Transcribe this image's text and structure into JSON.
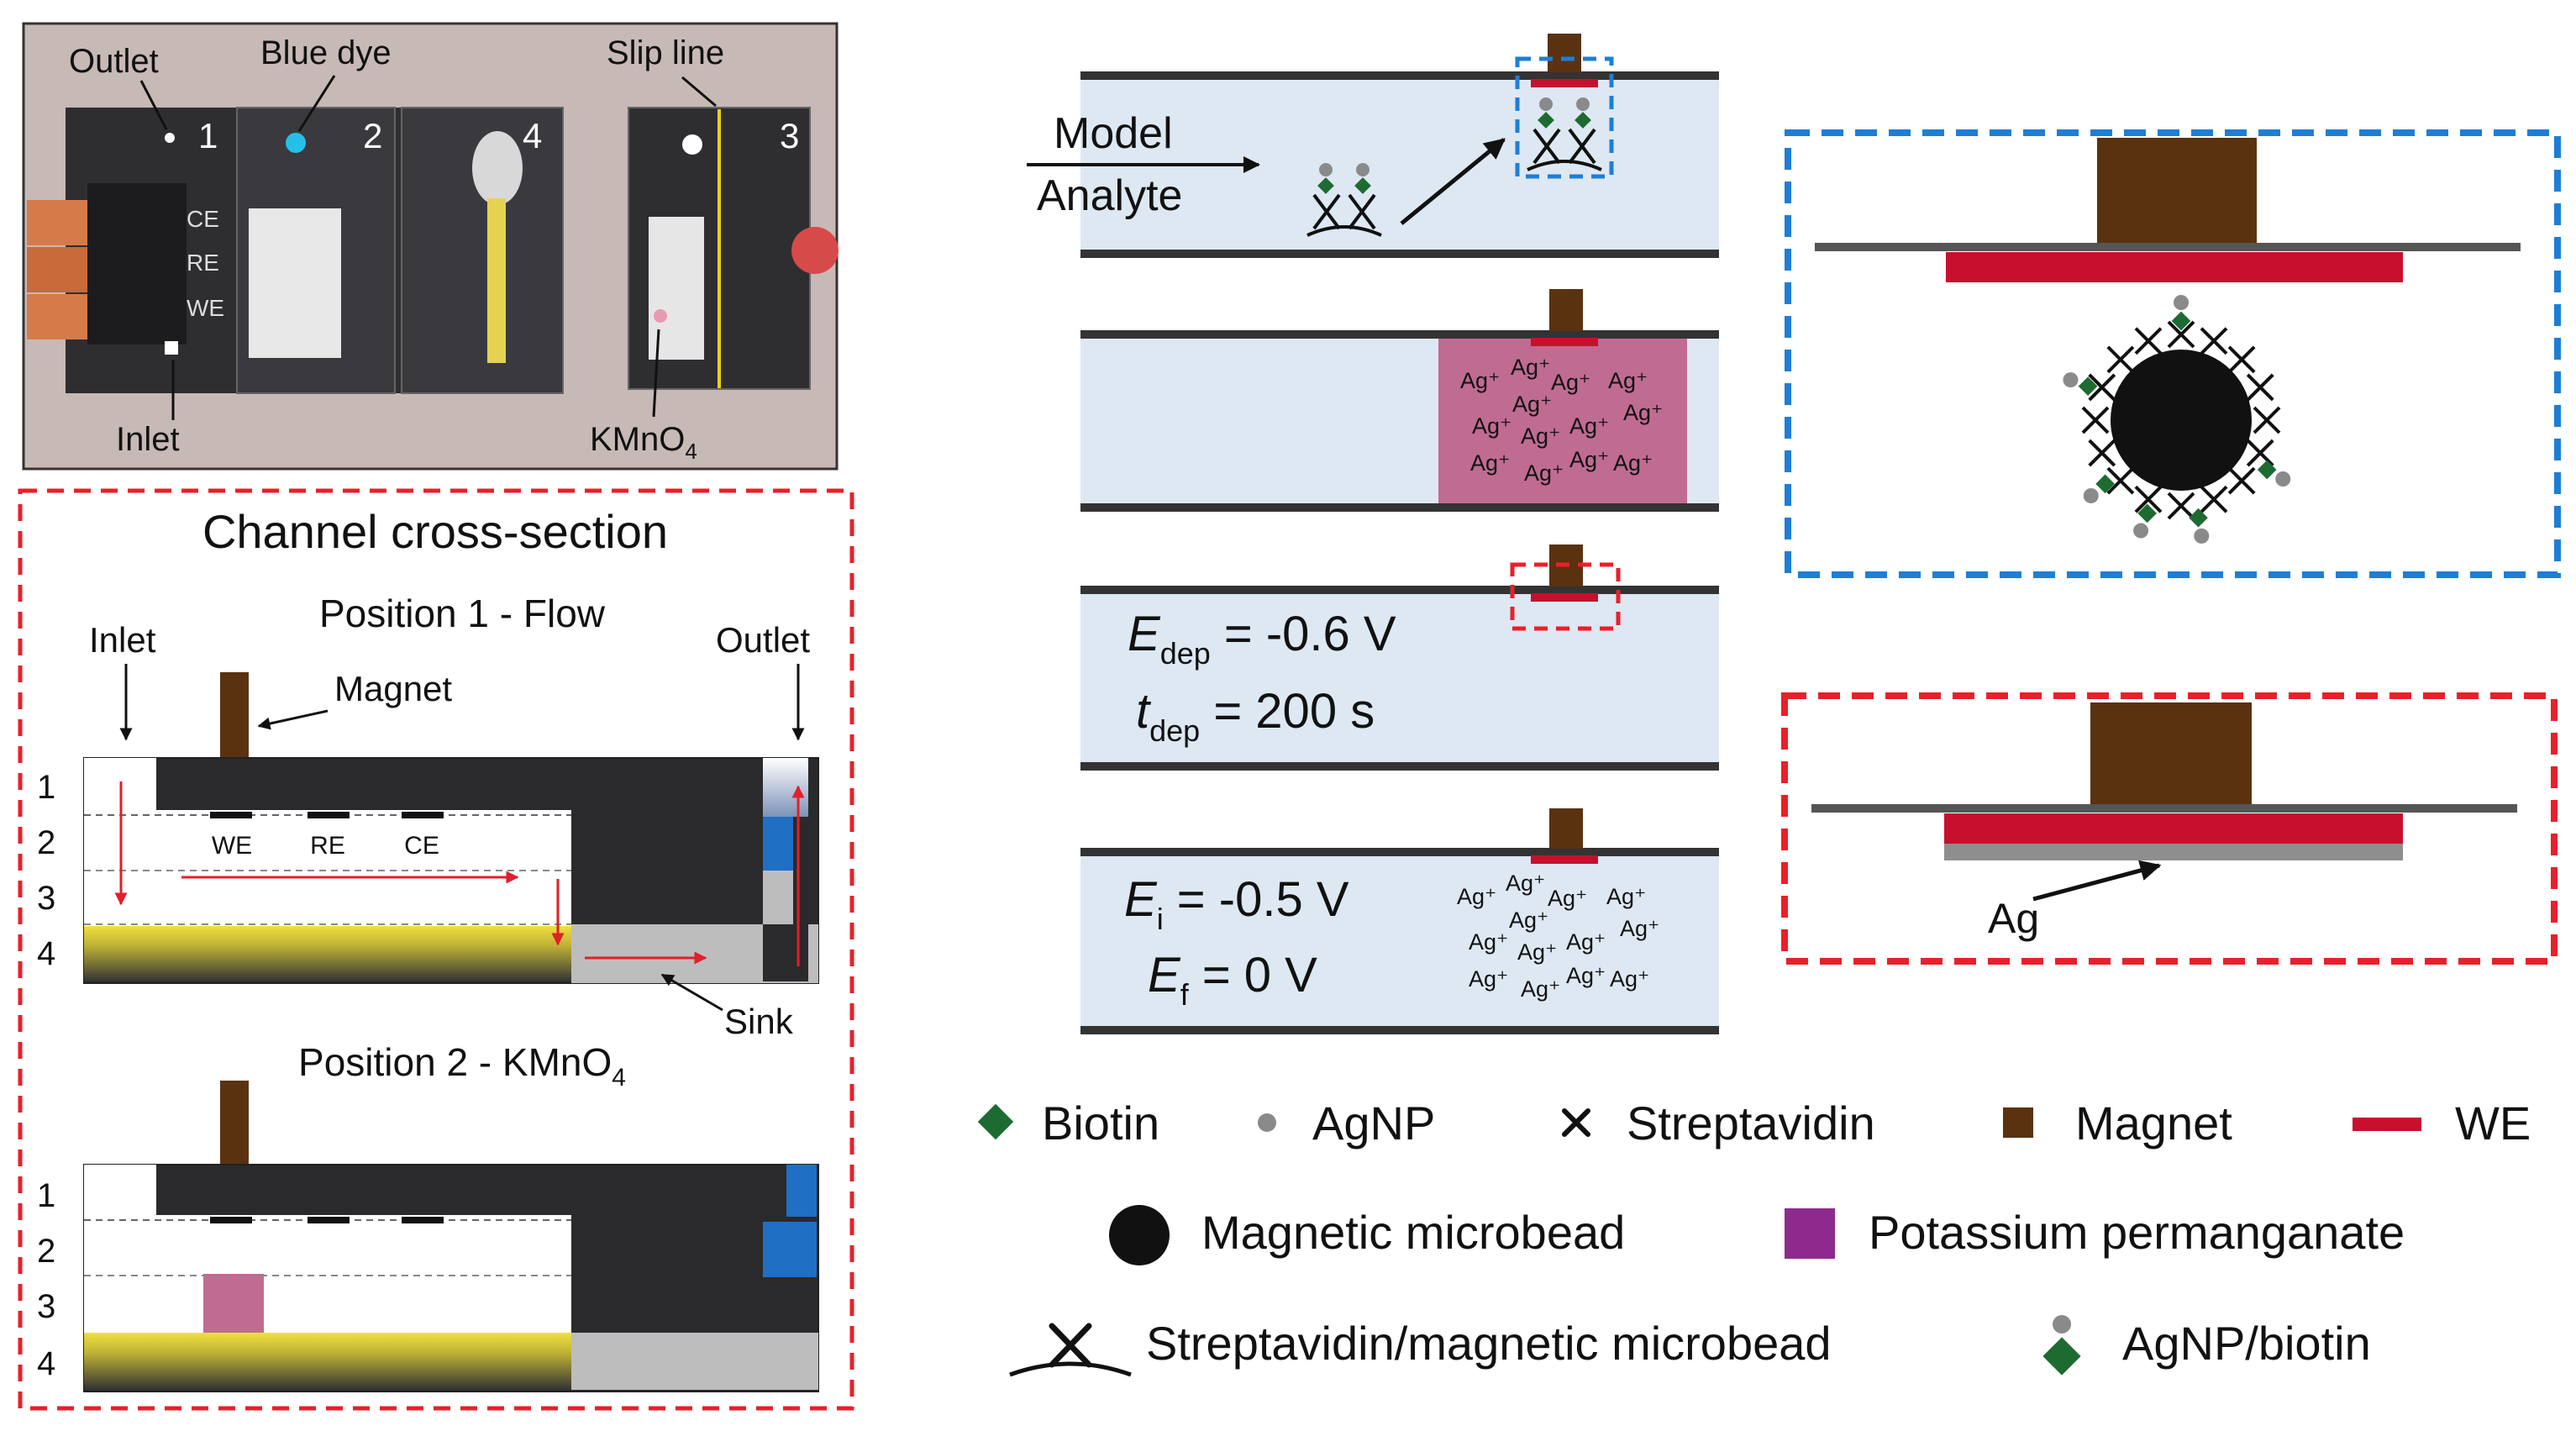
{
  "photo": {
    "labels": {
      "outlet": "Outlet",
      "blue_dye": "Blue dye",
      "slip_line": "Slip line",
      "inlet": "Inlet",
      "kmno4": "KMnO",
      "kmno4_sub": "4"
    },
    "panel_numbers": [
      "1",
      "2",
      "4",
      "3"
    ],
    "electrodes": [
      "CE",
      "RE",
      "WE"
    ]
  },
  "cross_section": {
    "title": "Channel cross-section",
    "position1": {
      "title": "Position 1 - Flow",
      "inlet": "Inlet",
      "outlet": "Outlet",
      "magnet": "Magnet",
      "sink": "Sink",
      "rows": [
        "1",
        "2",
        "3",
        "4"
      ],
      "electrodes": [
        "WE",
        "RE",
        "CE"
      ]
    },
    "position2": {
      "title": "Position 2 - KMnO",
      "title_sub": "4",
      "rows": [
        "1",
        "2",
        "3",
        "4"
      ]
    }
  },
  "steps": {
    "model_analyte": [
      "Model",
      "Analyte"
    ],
    "ag_ions": [
      "Ag⁺",
      "Ag⁺",
      "Ag⁺",
      "Ag⁺",
      "Ag⁺",
      "Ag⁺",
      "Ag⁺",
      "Ag⁺",
      "Ag⁺",
      "Ag⁺",
      "Ag⁺",
      "Ag⁺",
      "Ag⁺"
    ],
    "deposition": {
      "e_sym": "E",
      "e_sub": "dep",
      "e_val": " = -0.6 V",
      "t_sym": "t",
      "t_sub": "dep",
      "t_val": " = 200 s"
    },
    "stripping": {
      "ei_sym": "E",
      "ei_sub": "i",
      "ei_val": " = -0.5 V",
      "ef_sym": "E",
      "ef_sub": "f",
      "ef_val": " = 0 V"
    }
  },
  "zoom": {
    "ag_label": "Ag"
  },
  "legend": {
    "biotin": "Biotin",
    "agnp": "AgNP",
    "streptavidin": "Streptavidin",
    "magnet": "Magnet",
    "we": "WE",
    "microbead": "Magnetic microbead",
    "permanganate": "Potassium permanganate",
    "strep_microbead": "Streptavidin/magnetic microbead",
    "agnp_biotin": "AgNP/biotin"
  },
  "colors": {
    "magnet": "#5a3210",
    "we": "#c8102e",
    "biotin": "#1e6b32",
    "agnp": "#8a8a8a",
    "permanganate": "#8e2a8e",
    "kmno4_block": "#c06b92",
    "channel_fill": "#dde8f3",
    "blue_box": "#1e7ed6",
    "red_box": "#e8202a",
    "dye_blue": "#2a78c8",
    "sink_yellow": "#e8d020"
  }
}
